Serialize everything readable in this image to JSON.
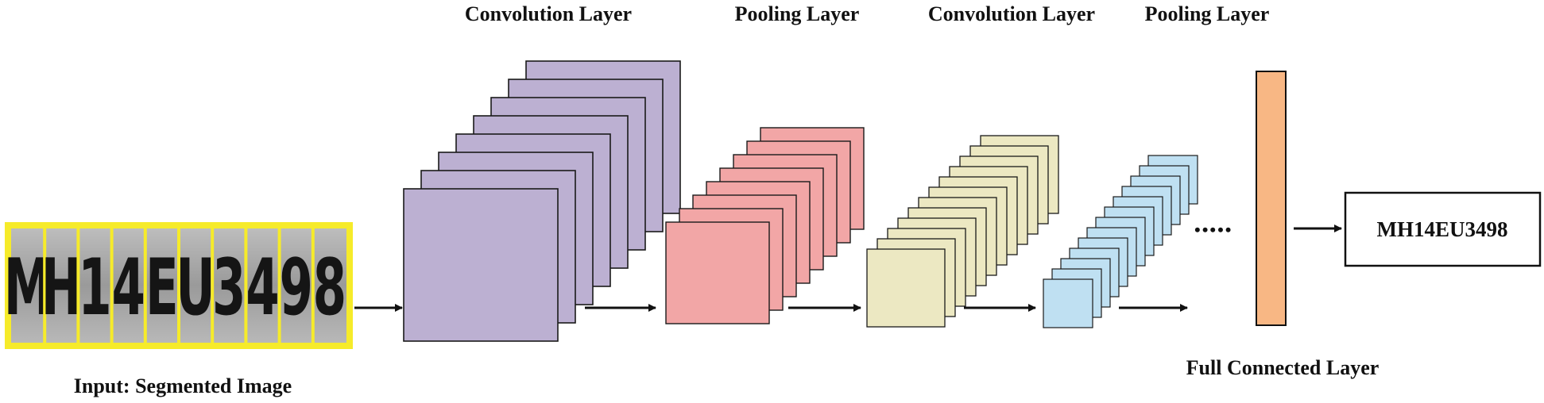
{
  "labels": {
    "conv1": "Convolution Layer",
    "pool1": "Pooling Layer",
    "conv2": "Convolution Layer",
    "pool2": "Pooling Layer",
    "input": "Input: Segmented Image",
    "fc": "Full Connected Layer",
    "output": "MH14EU3498",
    "ellipsis": "•••••"
  },
  "input_characters": [
    "M",
    "H",
    "1",
    "4",
    "E",
    "U",
    "3",
    "4",
    "9",
    "8"
  ],
  "colors": {
    "conv1": "#bcb0d2",
    "pool1": "#f2a6a6",
    "conv2": "#ece8c2",
    "pool2": "#bfe0f2",
    "fc": "#f8b784",
    "plate_frame": "#f6eb2a",
    "plate_bg": "#a8a8a8",
    "arrow": "#111111"
  }
}
